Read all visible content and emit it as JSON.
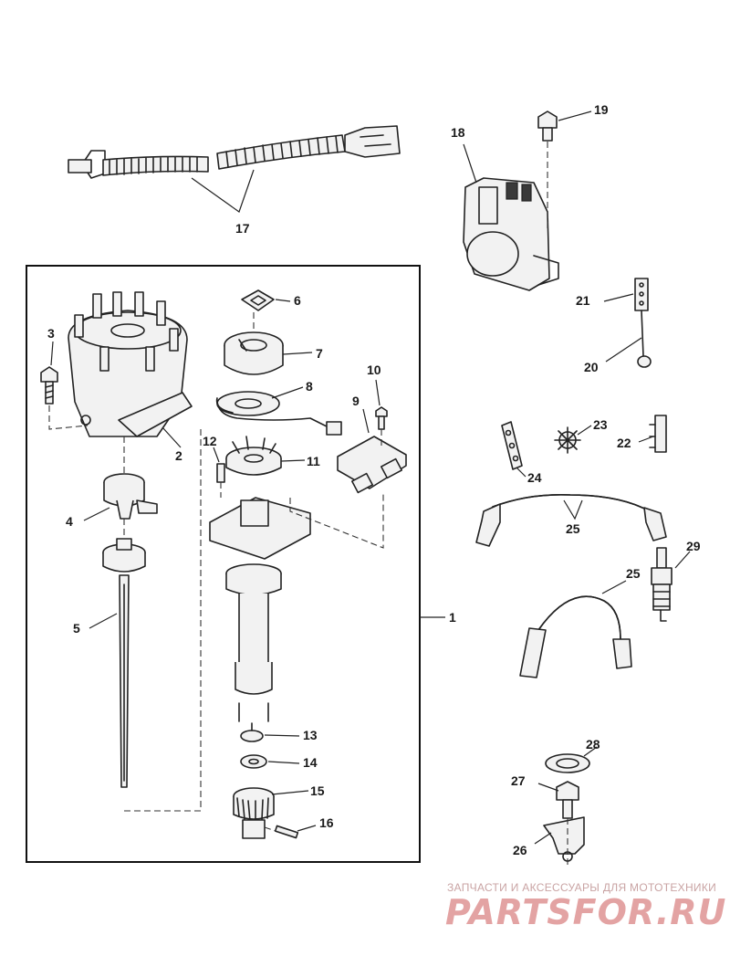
{
  "callouts": {
    "c1": "1",
    "c2": "2",
    "c3": "3",
    "c4": "4",
    "c5": "5",
    "c6": "6",
    "c7": "7",
    "c8": "8",
    "c9": "9",
    "c10": "10",
    "c11": "11",
    "c12": "12",
    "c13": "13",
    "c14": "14",
    "c15": "15",
    "c16": "16",
    "c17": "17",
    "c18": "18",
    "c19": "19",
    "c20": "20",
    "c21": "21",
    "c22": "22",
    "c23": "23",
    "c24": "24",
    "c25a": "25",
    "c25b": "25",
    "c26": "26",
    "c27": "27",
    "c28": "28",
    "c29": "29"
  },
  "watermark": {
    "tagline": "ЗАПЧАСТИ И АКСЕССУАРЫ ДЛЯ МОТОТЕХНИКИ",
    "brand": "PARTSFOR.RU"
  }
}
